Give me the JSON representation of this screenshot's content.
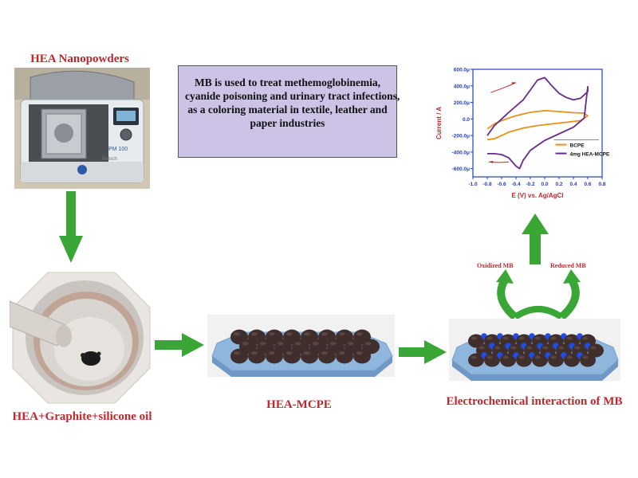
{
  "labels": {
    "hea_nanopowders": "HEA Nanopowders",
    "mix_caption": "HEA+Graphite+silicone oil",
    "mcpe_caption": "HEA-MCPE",
    "interaction_caption": "Electrochemical interaction of MB",
    "oxidized": "Oxidized MB",
    "reduced": "Reduced MB",
    "mill_brand": "PM 100",
    "mill_name": "Retsch"
  },
  "info_box": {
    "lines": [
      "MB is used to treat methemoglobinemia,",
      "cyanide poisoning and urinary tract infections,",
      "as a coloring material in textile, leather and",
      "paper industries"
    ]
  },
  "colors": {
    "title_red": "#c0272d",
    "arrow_green": "#3aa635",
    "info_bg": "#cdc3e7",
    "bcpe": "#e8901c",
    "hea_mcpe": "#6a2a8a",
    "axis_label": "#c0272d",
    "axis_ticks": "#1f3fbf",
    "sphere_brown": "#3f2e2b",
    "sphere_blue": "#1f4de8",
    "base_blue": "#9ec3e6"
  },
  "chart_data": {
    "type": "line",
    "xlabel": "E (V) vs. Ag/AgCl",
    "ylabel": "Current / A",
    "xlim": [
      -1.0,
      0.8
    ],
    "ylim": [
      -700,
      600
    ],
    "x_ticks": [
      "-1.0",
      "-0.8",
      "-0.6",
      "-0.4",
      "-0.2",
      "0.0",
      "0.2",
      "0.4",
      "0.6",
      "0.8"
    ],
    "y_ticks": [
      "600.0μ",
      "400.0μ",
      "200.0μ",
      "0.0",
      "-200.0μ",
      "-400.0μ",
      "-600.0μ"
    ],
    "legend_position": "bottom-right",
    "series": [
      {
        "name": "BCPE",
        "forward": {
          "x": [
            -0.8,
            -0.7,
            -0.6,
            -0.4,
            -0.2,
            0.0,
            0.2,
            0.4,
            0.55,
            0.6
          ],
          "y": [
            -120,
            -60,
            -20,
            40,
            80,
            100,
            90,
            75,
            70,
            40
          ]
        },
        "reverse": {
          "x": [
            0.6,
            0.5,
            0.3,
            0.1,
            -0.1,
            -0.3,
            -0.5,
            -0.7,
            -0.8
          ],
          "y": [
            40,
            -20,
            -40,
            -60,
            -80,
            -110,
            -160,
            -240,
            -250
          ]
        }
      },
      {
        "name": "4mg HEA-MCPE",
        "forward": {
          "x": [
            -0.8,
            -0.7,
            -0.5,
            -0.3,
            -0.2,
            -0.1,
            0.0,
            0.1,
            0.2,
            0.3,
            0.4,
            0.5,
            0.6,
            0.6
          ],
          "y": [
            -200,
            -80,
            80,
            230,
            350,
            470,
            500,
            400,
            310,
            260,
            230,
            250,
            330,
            390
          ]
        },
        "reverse": {
          "x": [
            0.6,
            0.55,
            0.4,
            0.2,
            0.0,
            -0.2,
            -0.3,
            -0.35,
            -0.4,
            -0.5,
            -0.6,
            -0.7,
            -0.8
          ],
          "y": [
            390,
            10,
            -100,
            -180,
            -260,
            -380,
            -500,
            -600,
            -570,
            -470,
            -430,
            -420,
            -420
          ]
        }
      }
    ]
  }
}
